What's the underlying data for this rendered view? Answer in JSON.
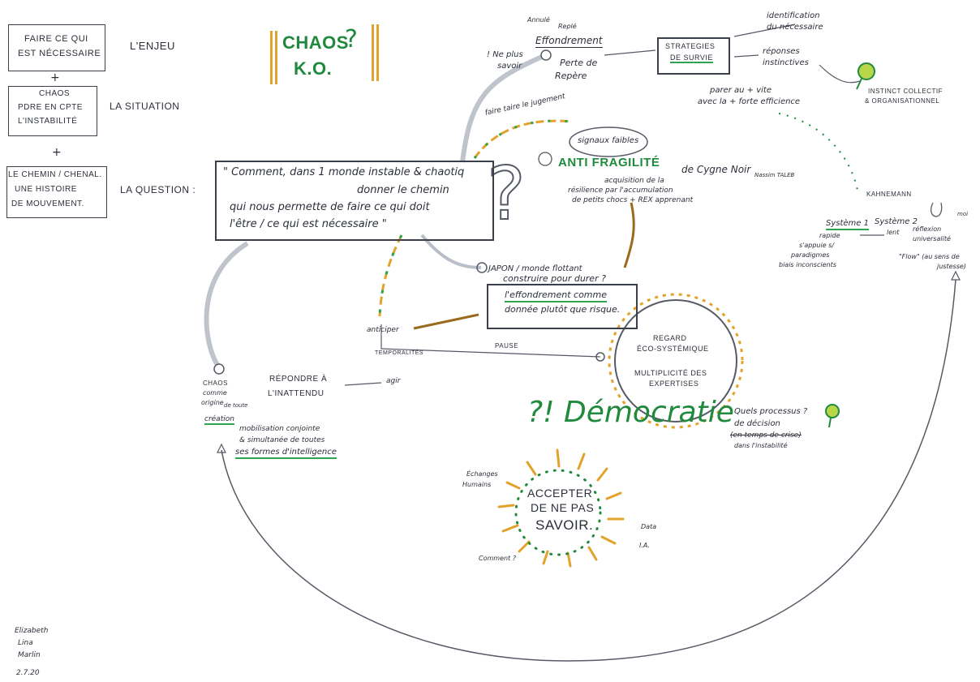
{
  "left_column": {
    "box1": [
      "FAIRE CE QUI",
      "EST NÉCESSAIRE"
    ],
    "label1": "L'ENJEU",
    "plus1": "+",
    "box2": [
      "CHAOS",
      "PDRE EN CPTE",
      "L'INSTABILITÉ"
    ],
    "label2": "LA SITUATION",
    "plus2": "+",
    "box3": [
      "LE CHEMIN / CHENAL.",
      "UNE HISTOIRE",
      "DE MOUVEMENT."
    ],
    "label3": "LA QUESTION :"
  },
  "title": {
    "line1": "CHAOS",
    "q": "?",
    "line2": "K.O."
  },
  "question_box": {
    "line1": "\" Comment, dans 1 monde instable & chaotiq",
    "line2": "donner le chemin",
    "line3": "qui nous permette de faire ce qui doit",
    "line4": "l'être / ce qui est nécessaire \""
  },
  "top": {
    "annule": "Annulé",
    "reple": "Replé",
    "effondrement": "Effondrement",
    "ne_plus_savoir": [
      "! Ne plus",
      "savoir"
    ],
    "perte": [
      "Perte de",
      "Repère"
    ],
    "strategies": [
      "STRATEGIES",
      "DE SURVIE"
    ],
    "identification": [
      "identification",
      "du nécessaire"
    ],
    "reponses": [
      "réponses",
      "instinctives"
    ],
    "parer": [
      "parer au + vite",
      "avec la + forte efficience"
    ],
    "instinct": [
      "INSTINCT COLLECTIF",
      "& ORGANISATIONNEL"
    ]
  },
  "middle": {
    "faire_taire": "faire taire le jugement",
    "signaux": "signaux faibles",
    "anti": "ANTI FRAGILITÉ",
    "cygne": "de Cygne Noir",
    "taleb": "Nassim TALEB",
    "acquisition": [
      "acquisition de la",
      "résilience par l'accumulation",
      "de petits chocs + REX apprenant"
    ],
    "kahneman": "KAHNEMANN",
    "systeme1": "Système 1",
    "systeme2": "Système 2",
    "rapide": [
      "rapide",
      "s'appuie s/",
      "paradigmes",
      "biais inconscients"
    ],
    "lent": "lent",
    "reflexion": [
      "réflexion",
      "universalité"
    ],
    "flow": [
      "\"Flow\" (au sens de",
      "justesse)"
    ],
    "mesure": "moi"
  },
  "center": {
    "japon": "JAPON / monde flottant",
    "construire": "construire pour durer ?",
    "effondrement_comme": "l'effondrement comme",
    "donnee": "donnée plutôt que risque.",
    "anticiper": "anticiper",
    "temporalites": "TEMPORALITÉS",
    "pause": "PAUSE",
    "regard": [
      "REGARD",
      "ÉCO-SYSTÉMIQUE"
    ],
    "multiplicite": [
      "MULTIPLICITÉ DES",
      "EXPERTISES"
    ],
    "repondre": [
      "RÉPONDRE À",
      "L'INATTENDU"
    ],
    "agir": "agir",
    "chaos_origine": [
      "CHAOS",
      "comme",
      "origine",
      "de toute",
      "création"
    ],
    "mobilisation": [
      "mobilisation conjointe",
      "& simultanée de toutes",
      "ses formes d'intelligence"
    ]
  },
  "bottom": {
    "democratie": "?! Démocratie",
    "processus": [
      "Quels processus ?",
      "de décision",
      "(en temps de crise)",
      "dans l'instabilité"
    ],
    "accepter": [
      "ACCEPTER",
      "DE NE PAS",
      "SAVOIR."
    ],
    "echanges": [
      "Échanges",
      "Humains"
    ],
    "data": "Data",
    "ia": "I.A.",
    "comment": "Comment ?"
  },
  "signature": [
    "Elizabeth",
    "Lina",
    "Marlin",
    "2.7.20"
  ],
  "colors": {
    "ink": "#2b2f3a",
    "green": "#1f8a3c",
    "orange": "#e3a22b",
    "grey": "#8b93a3"
  }
}
